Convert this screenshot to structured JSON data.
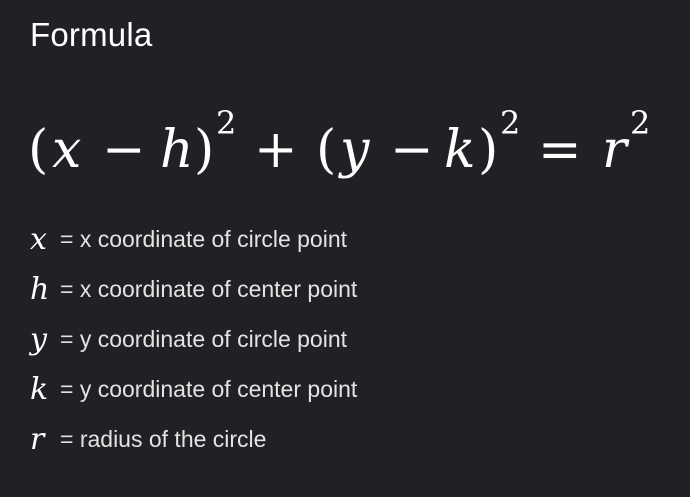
{
  "heading": "Formula",
  "formula": {
    "open_paren_1": "(",
    "var_1": "x",
    "minus_1": "−",
    "var_2": "h",
    "close_paren_1": ")",
    "exp_1": "2",
    "plus": "+",
    "open_paren_2": "(",
    "var_3": "y",
    "minus_2": "−",
    "var_4": "k",
    "close_paren_2": ")",
    "exp_2": "2",
    "equals": "=",
    "var_5": "r",
    "exp_3": "2"
  },
  "definitions": [
    {
      "symbol": "x",
      "text": "= x coordinate of circle point"
    },
    {
      "symbol": "h",
      "text": "= x coordinate of center point"
    },
    {
      "symbol": "y",
      "text": "= y coordinate of circle point"
    },
    {
      "symbol": "k",
      "text": "= y coordinate of center point"
    },
    {
      "symbol": "r",
      "text": "= radius of the circle"
    }
  ]
}
